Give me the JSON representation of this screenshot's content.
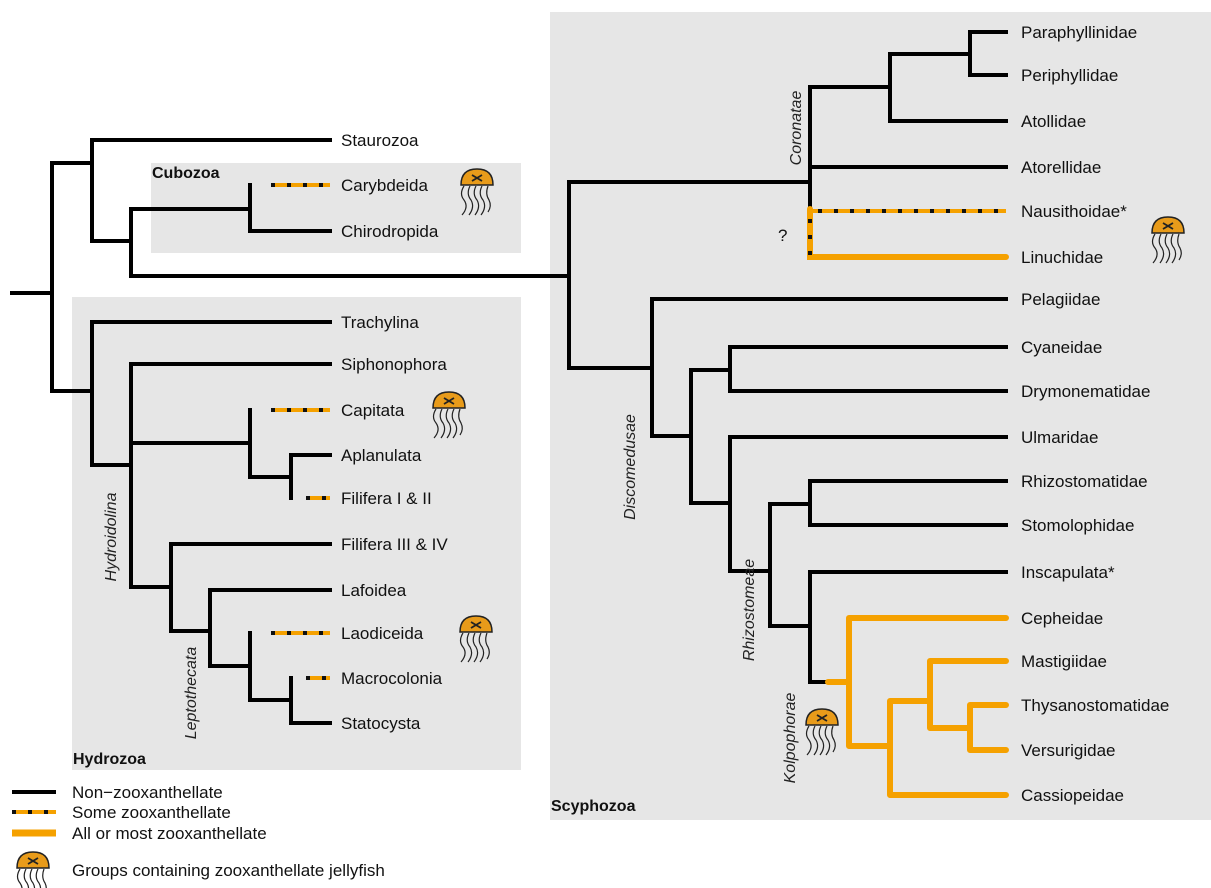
{
  "colors": {
    "non_zoox": "#000000",
    "all_zoox": "#f5a100",
    "panel": "#e6e6e6"
  },
  "groups": {
    "cubozoa": "Cubozoa",
    "hydrozoa": "Hydrozoa",
    "scyphozoa": "Scyphozoa"
  },
  "clades": {
    "coronatae": "Coronatae",
    "discomedusae": "Discomedusae",
    "hydroidolina": "Hydroidolina",
    "leptothecata": "Leptothecata",
    "rhizostomeae": "Rhizostomeae",
    "kolpophorae": "Kolpophorae"
  },
  "uncertain_mark": "?",
  "taxa": {
    "staurozoa": "Staurozoa",
    "carybdeida": "Carybdeida",
    "chirodropida": "Chirodropida",
    "trachylina": "Trachylina",
    "siphonophora": "Siphonophora",
    "capitata": "Capitata",
    "aplanulata": "Aplanulata",
    "filifera12": "Filifera I & II",
    "filifera34": "Filifera III & IV",
    "lafoidea": "Lafoidea",
    "laodiceida": "Laodiceida",
    "macrocolonia": "Macrocolonia",
    "statocysta": "Statocysta",
    "paraphyllinidae": "Paraphyllinidae",
    "periphyllidae": "Periphyllidae",
    "atollidae": "Atollidae",
    "atorellidae": "Atorellidae",
    "nausithoidae": "Nausithoidae*",
    "linuchidae": "Linuchidae",
    "pelagiidae": "Pelagiidae",
    "cyaneidae": "Cyaneidae",
    "drymonematidae": "Drymonematidae",
    "ulmaridae": "Ulmaridae",
    "rhizostomatidae": "Rhizostomatidae",
    "stomolophidae": "Stomolophidae",
    "inscapulata": "Inscapulata*",
    "cepheidae": "Cepheidae",
    "mastigiidae": "Mastigiidae",
    "thysanostomatidae": "Thysanostomatidae",
    "versurigidae": "Versurigidae",
    "cassiopeidae": "Cassiopeidae"
  },
  "legend": {
    "non_zoox": "Non−zooxanthellate",
    "some_zoox": "Some zooxanthellate",
    "all_zoox": "All or most zooxanthellate",
    "jellyfish": "Groups containing zooxanthellate jellyfish"
  }
}
